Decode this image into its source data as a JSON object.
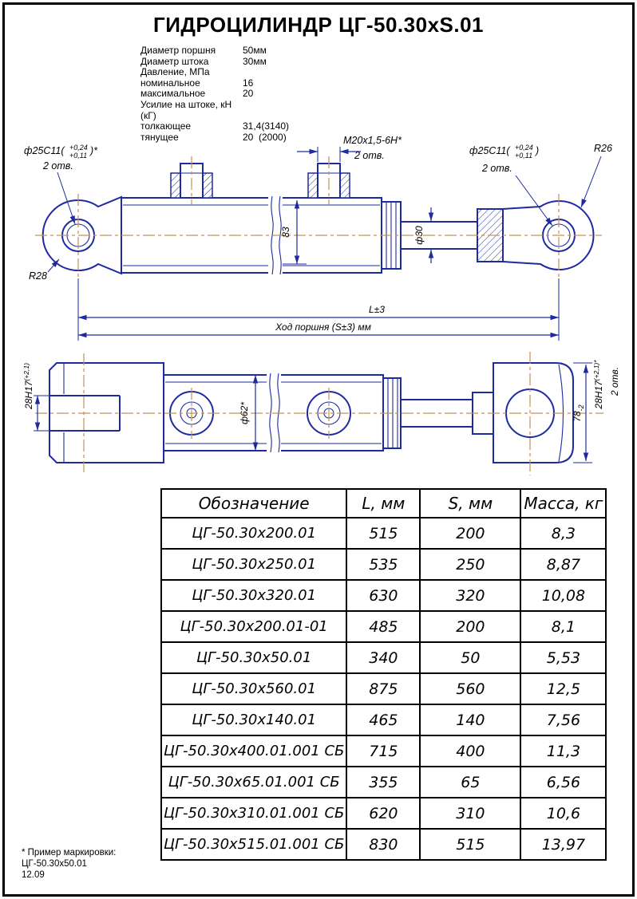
{
  "page": {
    "title": "ГИДРОЦИЛИНДР  ЦГ-50.30xS.01"
  },
  "specs": {
    "rows": [
      {
        "label": "Диаметр поршня",
        "value": "50мм"
      },
      {
        "label": "Диаметр штока",
        "value": "30мм"
      },
      {
        "label": "Давление, МПа",
        "value": ""
      },
      {
        "label": "номинальное",
        "value": "16"
      },
      {
        "label": "максимальное",
        "value": "20"
      },
      {
        "label": "Усилие на штоке, кН (кГ)",
        "value": ""
      },
      {
        "label": "толкающее",
        "value": "31,4(3140)"
      },
      {
        "label": "тянущее",
        "value": "20  (2000)"
      }
    ]
  },
  "drawing": {
    "hole_left": {
      "prefix": "ф25C11(",
      "upper": "+0,24",
      "lower": "+0,11",
      "suffix": ")*",
      "note": "2 отв."
    },
    "thread": {
      "label": "M20x1,5-6H*",
      "note": "2 отв."
    },
    "hole_right": {
      "prefix": "ф25C11(",
      "upper": "+0,24",
      "lower": "+0,11",
      "suffix": ")",
      "note": "2 отв."
    },
    "radius_left": "R28",
    "radius_right": "R26",
    "dim_83": "83",
    "dim_rod": "ф30",
    "dim_length": "L±3",
    "dim_stroke": "Ход поршня (S±3) мм",
    "dim_barrel": "ф62*",
    "fork_width": {
      "label": "78",
      "lower": "-2"
    },
    "slot_left": {
      "label": "28H17",
      "upper": "(+2,1)"
    },
    "slot_right": {
      "label": "28H17",
      "upper": "(+2,1)*",
      "note": "2 отв."
    }
  },
  "table": {
    "headers": [
      "Обозначение",
      "L, мм",
      "S, мм",
      "Масса, кг"
    ],
    "rows": [
      {
        "name": "ЦГ-50.30х200.01",
        "L": "515",
        "S": "200",
        "mass": "8,3"
      },
      {
        "name": "ЦГ-50.30х250.01",
        "L": "535",
        "S": "250",
        "mass": "8,87"
      },
      {
        "name": "ЦГ-50.30х320.01",
        "L": "630",
        "S": "320",
        "mass": "10,08"
      },
      {
        "name": "ЦГ-50.30х200.01-01",
        "L": "485",
        "S": "200",
        "mass": "8,1"
      },
      {
        "name": "ЦГ-50.30х50.01",
        "L": "340",
        "S": "50",
        "mass": "5,53"
      },
      {
        "name": "ЦГ-50.30х560.01",
        "L": "875",
        "S": "560",
        "mass": "12,5"
      },
      {
        "name": "ЦГ-50.30х140.01",
        "L": "465",
        "S": "140",
        "mass": "7,56"
      },
      {
        "name": "ЦГ-50.30х400.01.001 СБ",
        "L": "715",
        "S": "400",
        "mass": "11,3"
      },
      {
        "name": "ЦГ-50.30х65.01.001 СБ",
        "L": "355",
        "S": "65",
        "mass": "6,56"
      },
      {
        "name": "ЦГ-50.30х310.01.001 СБ",
        "L": "620",
        "S": "310",
        "mass": "10,6"
      },
      {
        "name": "ЦГ-50.30х515.01.001 СБ",
        "L": "830",
        "S": "515",
        "mass": "13,97"
      }
    ]
  },
  "footnote": {
    "line1": "* Пример маркировки:",
    "line2": "ЦГ-50.30х50.01",
    "line3": "12.09"
  },
  "colors": {
    "line": "#1e2aa0",
    "centerline": "#c9904f",
    "text": "#000000"
  }
}
